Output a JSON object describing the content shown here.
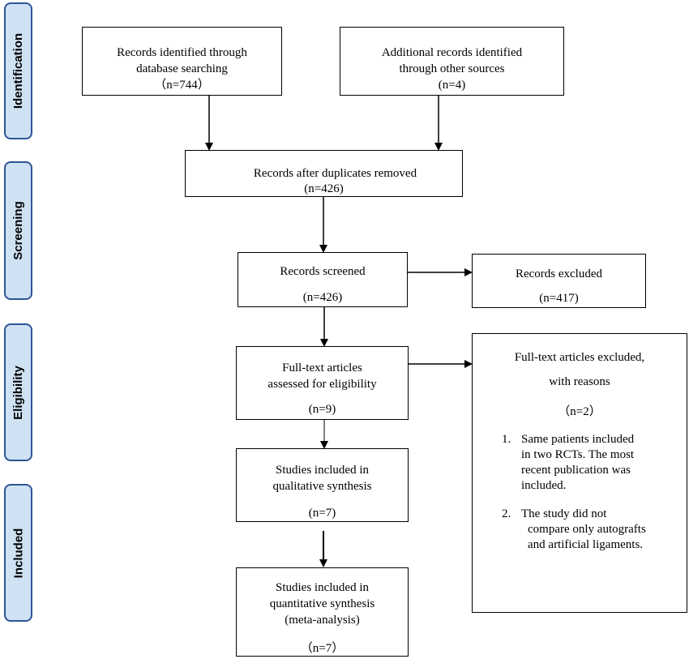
{
  "stages": {
    "identification": "Identification",
    "screening": "Screening",
    "eligibility": "Eligibility",
    "included": "Included"
  },
  "boxes": {
    "database": {
      "line1": "Records identified through",
      "line2": "database searching",
      "count": "（n=744）"
    },
    "other_sources": {
      "line1": "Additional records identified",
      "line2": "through other sources",
      "count": "(n=4)"
    },
    "duplicates_removed": {
      "line1": "Records after duplicates removed",
      "count": "(n=426)"
    },
    "screened": {
      "line1": "Records screened",
      "count": "(n=426)"
    },
    "excluded": {
      "line1": "Records excluded",
      "count": "(n=417)"
    },
    "fulltext_assessed": {
      "line1": "Full-text articles",
      "line2": "assessed for eligibility",
      "count": "(n=9)"
    },
    "fulltext_excluded": {
      "line1": "Full-text articles excluded,",
      "line2": "with reasons",
      "count": "（n=2）",
      "reasons": [
        {
          "num": "1.",
          "lines": [
            "Same patients included",
            "in two RCTs. The most",
            "recent publication was",
            "included."
          ]
        },
        {
          "num": "2.",
          "lines": [
            "The study did not",
            "compare only autografts",
            "and artificial ligaments."
          ]
        }
      ]
    },
    "qualitative": {
      "line1": "Studies included in",
      "line2": "qualitative synthesis",
      "count": "(n=7)"
    },
    "quantitative": {
      "line1": "Studies included in",
      "line2": "quantitative synthesis",
      "line3": "(meta-analysis)",
      "count": "（n=7）"
    }
  }
}
